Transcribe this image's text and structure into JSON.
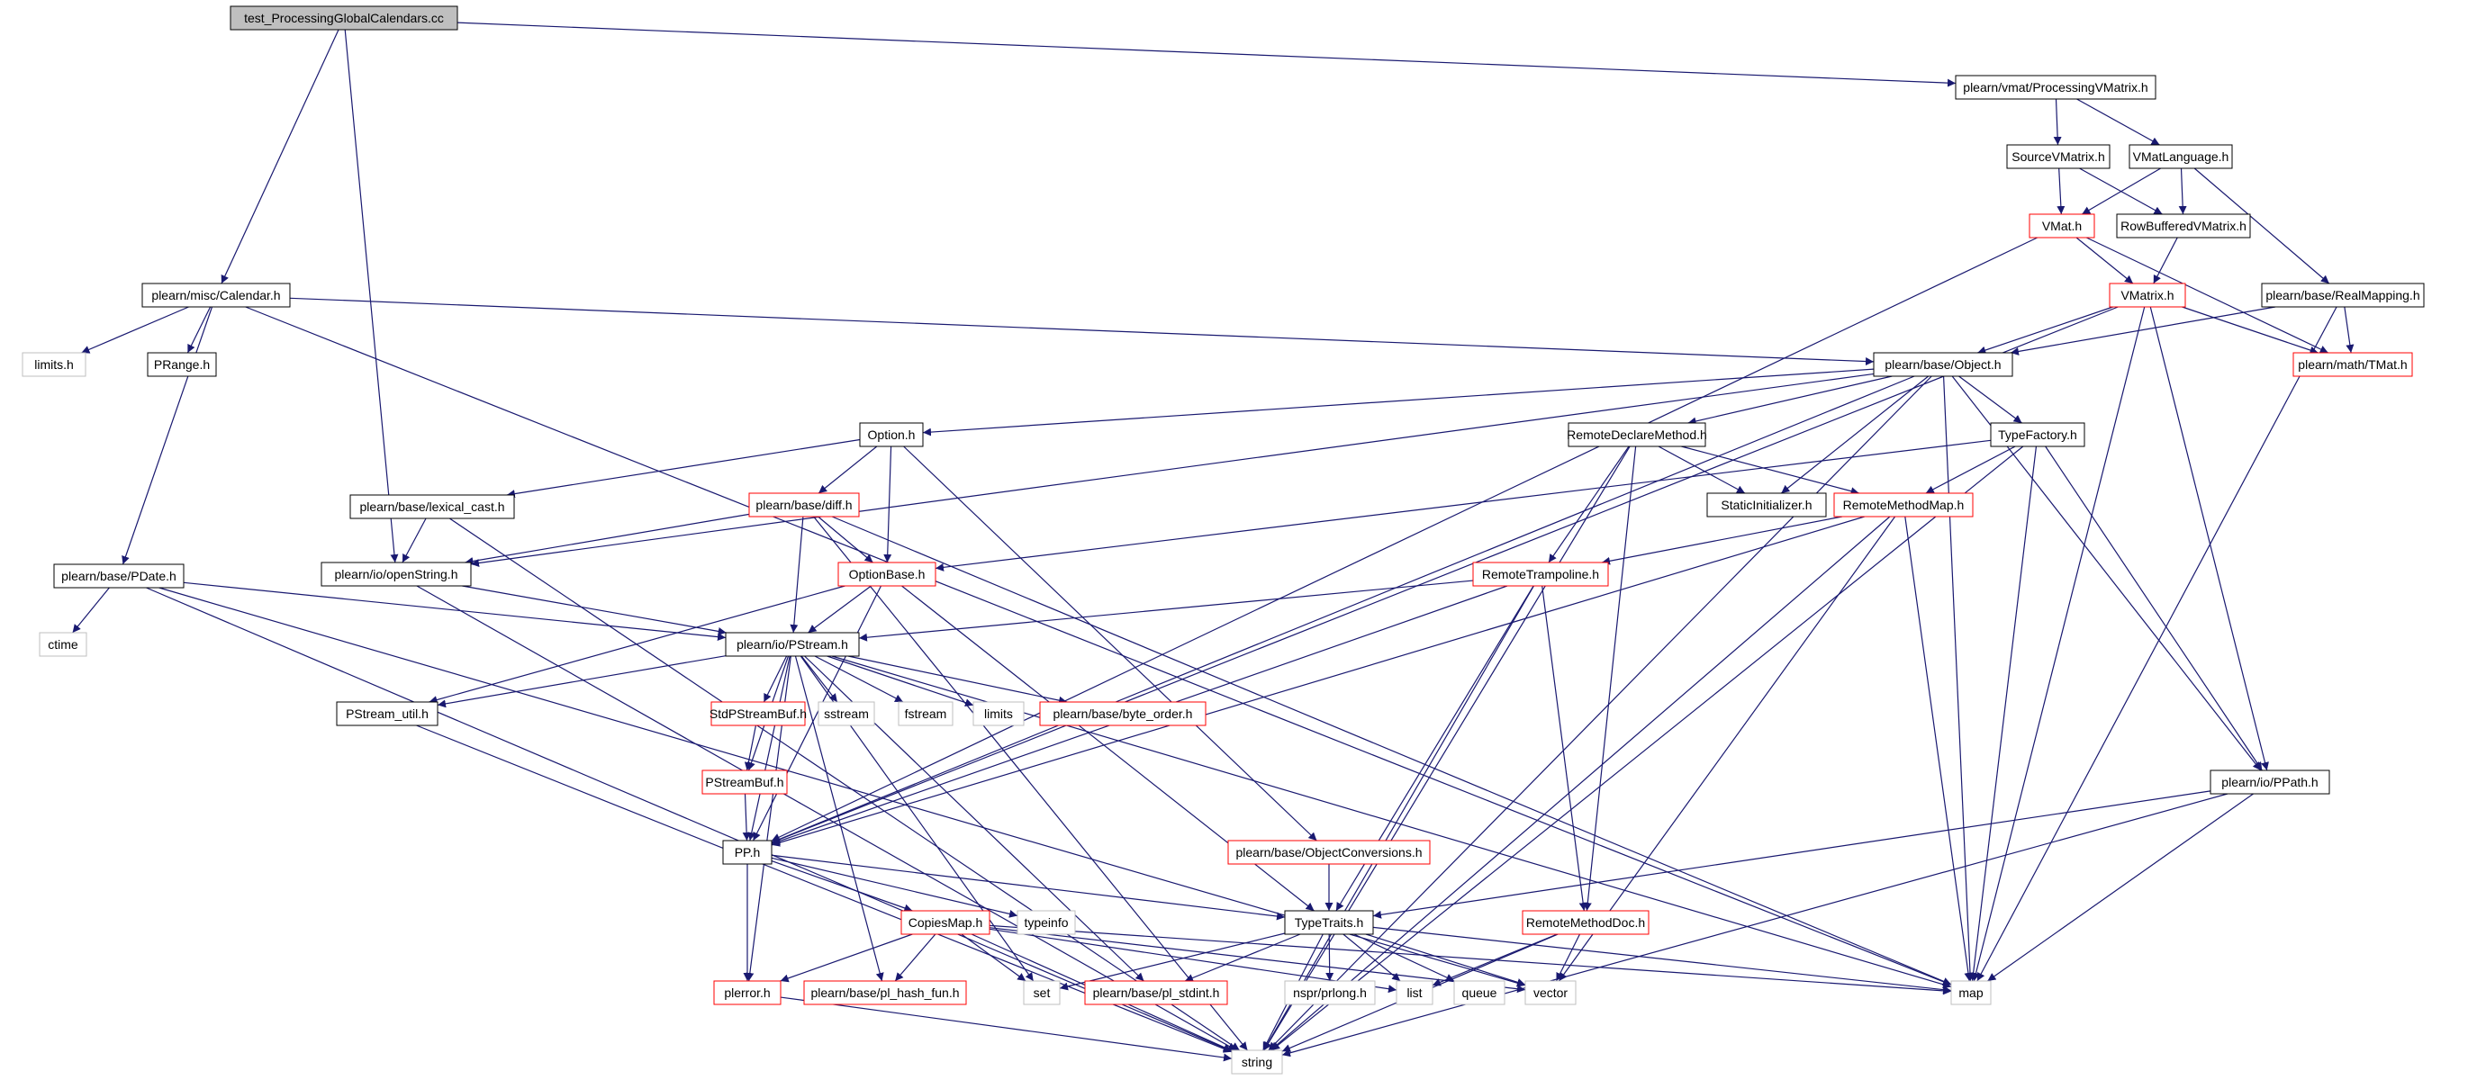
{
  "colors": {
    "edge": "#191970",
    "root_fill": "#bfbfbf",
    "default_border": "#000000",
    "incomplete_border": "#ff0000",
    "system_border": "#bfbfbf",
    "background": "#ffffff"
  },
  "nodes": [
    {
      "id": "root",
      "label": "test_ProcessingGlobalCalendars.cc",
      "kind": "root"
    },
    {
      "id": "procvmatrix",
      "label": "plearn/vmat/ProcessingVMatrix.h",
      "kind": "default"
    },
    {
      "id": "sourcevmatrix",
      "label": "SourceVMatrix.h",
      "kind": "default"
    },
    {
      "id": "vmatlanguage",
      "label": "VMatLanguage.h",
      "kind": "default"
    },
    {
      "id": "vmat",
      "label": "VMat.h",
      "kind": "incomplete"
    },
    {
      "id": "rowbuffered",
      "label": "RowBufferedVMatrix.h",
      "kind": "default"
    },
    {
      "id": "vmatrix",
      "label": "VMatrix.h",
      "kind": "incomplete"
    },
    {
      "id": "realmapping",
      "label": "plearn/base/RealMapping.h",
      "kind": "default"
    },
    {
      "id": "tmat",
      "label": "plearn/math/TMat.h",
      "kind": "incomplete"
    },
    {
      "id": "calendar",
      "label": "plearn/misc/Calendar.h",
      "kind": "default"
    },
    {
      "id": "limitsh",
      "label": "limits.h",
      "kind": "system"
    },
    {
      "id": "prange",
      "label": "PRange.h",
      "kind": "default"
    },
    {
      "id": "object",
      "label": "plearn/base/Object.h",
      "kind": "default"
    },
    {
      "id": "option",
      "label": "Option.h",
      "kind": "default"
    },
    {
      "id": "remotedeclare",
      "label": "RemoteDeclareMethod.h",
      "kind": "default"
    },
    {
      "id": "typefactory",
      "label": "TypeFactory.h",
      "kind": "default"
    },
    {
      "id": "lexicalcast",
      "label": "plearn/base/lexical_cast.h",
      "kind": "default"
    },
    {
      "id": "diff",
      "label": "plearn/base/diff.h",
      "kind": "incomplete"
    },
    {
      "id": "staticinit",
      "label": "StaticInitializer.h",
      "kind": "default"
    },
    {
      "id": "remotemethodmap",
      "label": "RemoteMethodMap.h",
      "kind": "incomplete"
    },
    {
      "id": "pdate",
      "label": "plearn/base/PDate.h",
      "kind": "default"
    },
    {
      "id": "openstring",
      "label": "plearn/io/openString.h",
      "kind": "default"
    },
    {
      "id": "optionbase",
      "label": "OptionBase.h",
      "kind": "incomplete"
    },
    {
      "id": "remotetrampoline",
      "label": "RemoteTrampoline.h",
      "kind": "incomplete"
    },
    {
      "id": "ctime",
      "label": "ctime",
      "kind": "system"
    },
    {
      "id": "pstream",
      "label": "plearn/io/PStream.h",
      "kind": "default"
    },
    {
      "id": "pstreamutil",
      "label": "PStream_util.h",
      "kind": "default"
    },
    {
      "id": "stdpstreambuf",
      "label": "StdPStreamBuf.h",
      "kind": "incomplete"
    },
    {
      "id": "sstream",
      "label": "sstream",
      "kind": "system"
    },
    {
      "id": "fstream",
      "label": "fstream",
      "kind": "system"
    },
    {
      "id": "limits",
      "label": "limits",
      "kind": "system"
    },
    {
      "id": "byteorder",
      "label": "plearn/base/byte_order.h",
      "kind": "incomplete"
    },
    {
      "id": "pstreambuf",
      "label": "PStreamBuf.h",
      "kind": "incomplete"
    },
    {
      "id": "ppath",
      "label": "plearn/io/PPath.h",
      "kind": "default"
    },
    {
      "id": "pp",
      "label": "PP.h",
      "kind": "default"
    },
    {
      "id": "objectconversions",
      "label": "plearn/base/ObjectConversions.h",
      "kind": "incomplete"
    },
    {
      "id": "copiesmap",
      "label": "CopiesMap.h",
      "kind": "incomplete"
    },
    {
      "id": "typeinfo",
      "label": "typeinfo",
      "kind": "system"
    },
    {
      "id": "typetraits",
      "label": "TypeTraits.h",
      "kind": "default"
    },
    {
      "id": "remotemethoddoc",
      "label": "RemoteMethodDoc.h",
      "kind": "incomplete"
    },
    {
      "id": "plerror",
      "label": "plerror.h",
      "kind": "incomplete"
    },
    {
      "id": "plhashfun",
      "label": "plearn/base/pl_hash_fun.h",
      "kind": "incomplete"
    },
    {
      "id": "set",
      "label": "set",
      "kind": "system"
    },
    {
      "id": "plstdint",
      "label": "plearn/base/pl_stdint.h",
      "kind": "incomplete"
    },
    {
      "id": "nsprprlong",
      "label": "nspr/prlong.h",
      "kind": "system"
    },
    {
      "id": "list",
      "label": "list",
      "kind": "system"
    },
    {
      "id": "queue",
      "label": "queue",
      "kind": "system"
    },
    {
      "id": "vector",
      "label": "vector",
      "kind": "system"
    },
    {
      "id": "map",
      "label": "map",
      "kind": "system"
    },
    {
      "id": "string",
      "label": "string",
      "kind": "system"
    }
  ],
  "edges": [
    [
      "root",
      "procvmatrix"
    ],
    [
      "root",
      "calendar"
    ],
    [
      "root",
      "openstring"
    ],
    [
      "procvmatrix",
      "sourcevmatrix"
    ],
    [
      "procvmatrix",
      "vmatlanguage"
    ],
    [
      "sourcevmatrix",
      "vmat"
    ],
    [
      "sourcevmatrix",
      "rowbuffered"
    ],
    [
      "vmatlanguage",
      "vmat"
    ],
    [
      "vmatlanguage",
      "rowbuffered"
    ],
    [
      "vmatlanguage",
      "realmapping"
    ],
    [
      "vmat",
      "vmatrix"
    ],
    [
      "vmat",
      "tmat"
    ],
    [
      "vmat",
      "pp"
    ],
    [
      "rowbuffered",
      "vmatrix"
    ],
    [
      "vmatrix",
      "object"
    ],
    [
      "vmatrix",
      "tmat"
    ],
    [
      "vmatrix",
      "ppath"
    ],
    [
      "vmatrix",
      "map"
    ],
    [
      "vmatrix",
      "pp"
    ],
    [
      "realmapping",
      "object"
    ],
    [
      "realmapping",
      "tmat"
    ],
    [
      "realmapping",
      "map"
    ],
    [
      "calendar",
      "limitsh"
    ],
    [
      "calendar",
      "prange"
    ],
    [
      "calendar",
      "pdate"
    ],
    [
      "calendar",
      "object"
    ],
    [
      "calendar",
      "map"
    ],
    [
      "object",
      "option"
    ],
    [
      "object",
      "remotedeclare"
    ],
    [
      "object",
      "typefactory"
    ],
    [
      "object",
      "staticinit"
    ],
    [
      "object",
      "ppath"
    ],
    [
      "object",
      "map"
    ],
    [
      "object",
      "string"
    ],
    [
      "object",
      "openstring"
    ],
    [
      "object",
      "pp"
    ],
    [
      "option",
      "lexicalcast"
    ],
    [
      "option",
      "diff"
    ],
    [
      "option",
      "optionbase"
    ],
    [
      "option",
      "objectconversions"
    ],
    [
      "remotedeclare",
      "staticinit"
    ],
    [
      "remotedeclare",
      "remotemethodmap"
    ],
    [
      "remotedeclare",
      "remotetrampoline"
    ],
    [
      "remotedeclare",
      "remotemethoddoc"
    ],
    [
      "remotedeclare",
      "string"
    ],
    [
      "typefactory",
      "remotemethodmap"
    ],
    [
      "typefactory",
      "optionbase"
    ],
    [
      "typefactory",
      "ppath"
    ],
    [
      "typefactory",
      "map"
    ],
    [
      "typefactory",
      "string"
    ],
    [
      "lexicalcast",
      "openstring"
    ],
    [
      "lexicalcast",
      "string"
    ],
    [
      "diff",
      "optionbase"
    ],
    [
      "diff",
      "pstream"
    ],
    [
      "diff",
      "openstring"
    ],
    [
      "diff",
      "map"
    ],
    [
      "diff",
      "string"
    ],
    [
      "remotemethodmap",
      "remotetrampoline"
    ],
    [
      "remotemethodmap",
      "pp"
    ],
    [
      "remotemethodmap",
      "map"
    ],
    [
      "remotemethodmap",
      "vector"
    ],
    [
      "remotemethodmap",
      "string"
    ],
    [
      "pdate",
      "ctime"
    ],
    [
      "pdate",
      "pstream"
    ],
    [
      "pdate",
      "vector"
    ],
    [
      "pdate",
      "string"
    ],
    [
      "openstring",
      "pstream"
    ],
    [
      "openstring",
      "string"
    ],
    [
      "optionbase",
      "pstream"
    ],
    [
      "optionbase",
      "pstreamutil"
    ],
    [
      "optionbase",
      "pp"
    ],
    [
      "optionbase",
      "typetraits"
    ],
    [
      "remotetrampoline",
      "pstream"
    ],
    [
      "remotetrampoline",
      "pp"
    ],
    [
      "remotetrampoline",
      "typetraits"
    ],
    [
      "remotetrampoline",
      "remotemethoddoc"
    ],
    [
      "remotetrampoline",
      "string"
    ],
    [
      "pstream",
      "pstreamutil"
    ],
    [
      "pstream",
      "stdpstreambuf"
    ],
    [
      "pstream",
      "sstream"
    ],
    [
      "pstream",
      "fstream"
    ],
    [
      "pstream",
      "limits"
    ],
    [
      "pstream",
      "byteorder"
    ],
    [
      "pstream",
      "pstreambuf"
    ],
    [
      "pstream",
      "pp"
    ],
    [
      "pstream",
      "plerror"
    ],
    [
      "pstream",
      "plhashfun"
    ],
    [
      "pstream",
      "set"
    ],
    [
      "pstream",
      "plstdint"
    ],
    [
      "pstream",
      "map"
    ],
    [
      "pstreamutil",
      "string"
    ],
    [
      "stdpstreambuf",
      "pstreambuf"
    ],
    [
      "pstreambuf",
      "pp"
    ],
    [
      "ppath",
      "typetraits"
    ],
    [
      "ppath",
      "map"
    ],
    [
      "ppath",
      "string"
    ],
    [
      "pp",
      "copiesmap"
    ],
    [
      "pp",
      "typeinfo"
    ],
    [
      "pp",
      "typetraits"
    ],
    [
      "pp",
      "plerror"
    ],
    [
      "objectconversions",
      "typetraits"
    ],
    [
      "copiesmap",
      "plerror"
    ],
    [
      "copiesmap",
      "plhashfun"
    ],
    [
      "copiesmap",
      "set"
    ],
    [
      "copiesmap",
      "list"
    ],
    [
      "copiesmap",
      "vector"
    ],
    [
      "copiesmap",
      "map"
    ],
    [
      "copiesmap",
      "string"
    ],
    [
      "typetraits",
      "set"
    ],
    [
      "typetraits",
      "plstdint"
    ],
    [
      "typetraits",
      "nsprprlong"
    ],
    [
      "typetraits",
      "list"
    ],
    [
      "typetraits",
      "queue"
    ],
    [
      "typetraits",
      "vector"
    ],
    [
      "typetraits",
      "map"
    ],
    [
      "typetraits",
      "string"
    ],
    [
      "remotemethoddoc",
      "list"
    ],
    [
      "remotemethoddoc",
      "vector"
    ],
    [
      "remotemethoddoc",
      "string"
    ],
    [
      "plerror",
      "string"
    ]
  ]
}
